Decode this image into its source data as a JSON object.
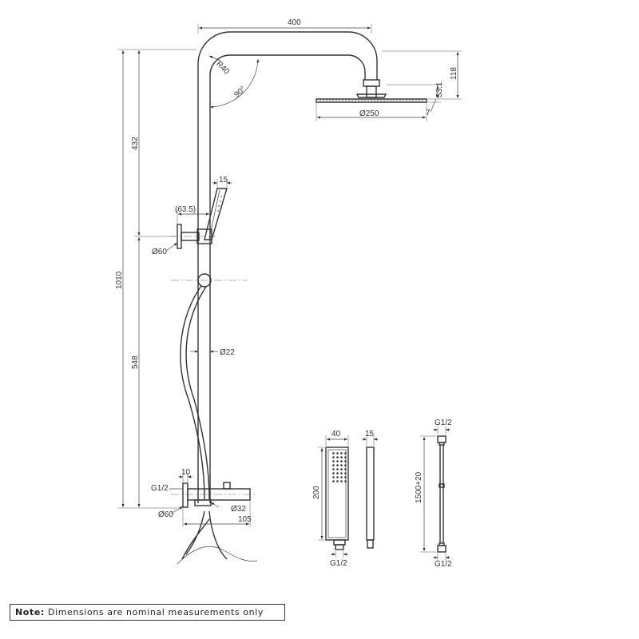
{
  "dimensions": {
    "arm_width": "400",
    "bend_radius": "R40",
    "bend_angle": "90°",
    "head_drop": "118",
    "head_height": "53.1",
    "head_thickness": "7",
    "head_diameter": "Ø250",
    "upper_height": "432",
    "total_height": "1010",
    "lower_height": "548",
    "handset_thickness_top": "15",
    "bracket_offset": "(63.5)",
    "bracket_flange": "Ø60",
    "rail_diameter": "Ø22",
    "inlet_offset": "10",
    "inlet_thread": "G1/2",
    "inlet_flange": "Ø60",
    "mixer_diameter": "Ø32",
    "mixer_depth": "105"
  },
  "handset_detail": {
    "width": "40",
    "thickness": "15",
    "length": "200",
    "thread": "G1/2"
  },
  "hose_detail": {
    "thread_top": "G1/2",
    "length": "1500+20",
    "thread_bottom": "G1/2"
  },
  "note": {
    "label": "Note:",
    "text": "Dimensions are nominal measurements only"
  }
}
